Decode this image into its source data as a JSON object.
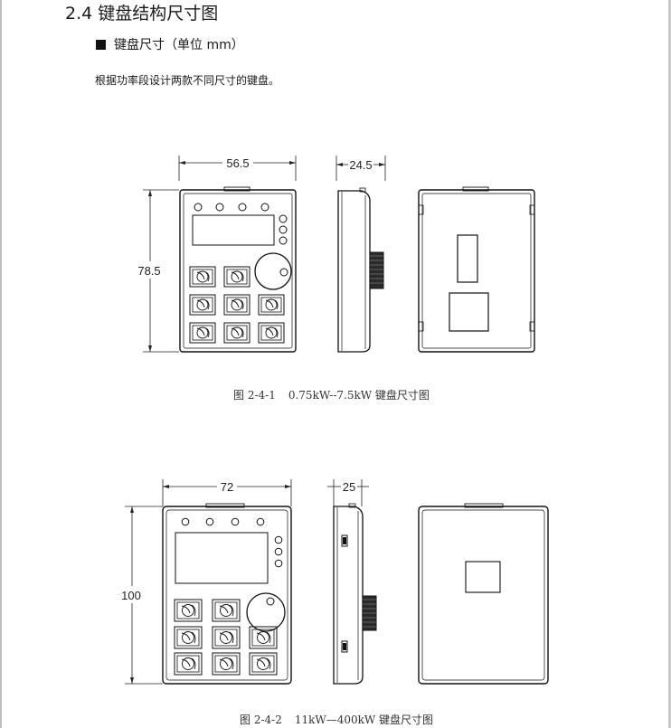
{
  "section": {
    "title": "2.4 键盘结构尺寸图"
  },
  "subsection": {
    "heading": "键盘尺寸（单位 mm）"
  },
  "intro": {
    "text": "根据功率段设计两款不同尺寸的键盘。"
  },
  "figure1": {
    "width_dim": "56.5",
    "height_dim": "78.5",
    "depth_dim": "24.5",
    "caption_number": "图 2-4-1",
    "caption_text": "0.75kW--7.5kW 键盘尺寸图"
  },
  "figure2": {
    "width_dim": "72",
    "height_dim": "100",
    "depth_dim": "25",
    "caption_number": "图 2-4-2",
    "caption_text": "11kW—400kW 键盘尺寸图"
  }
}
